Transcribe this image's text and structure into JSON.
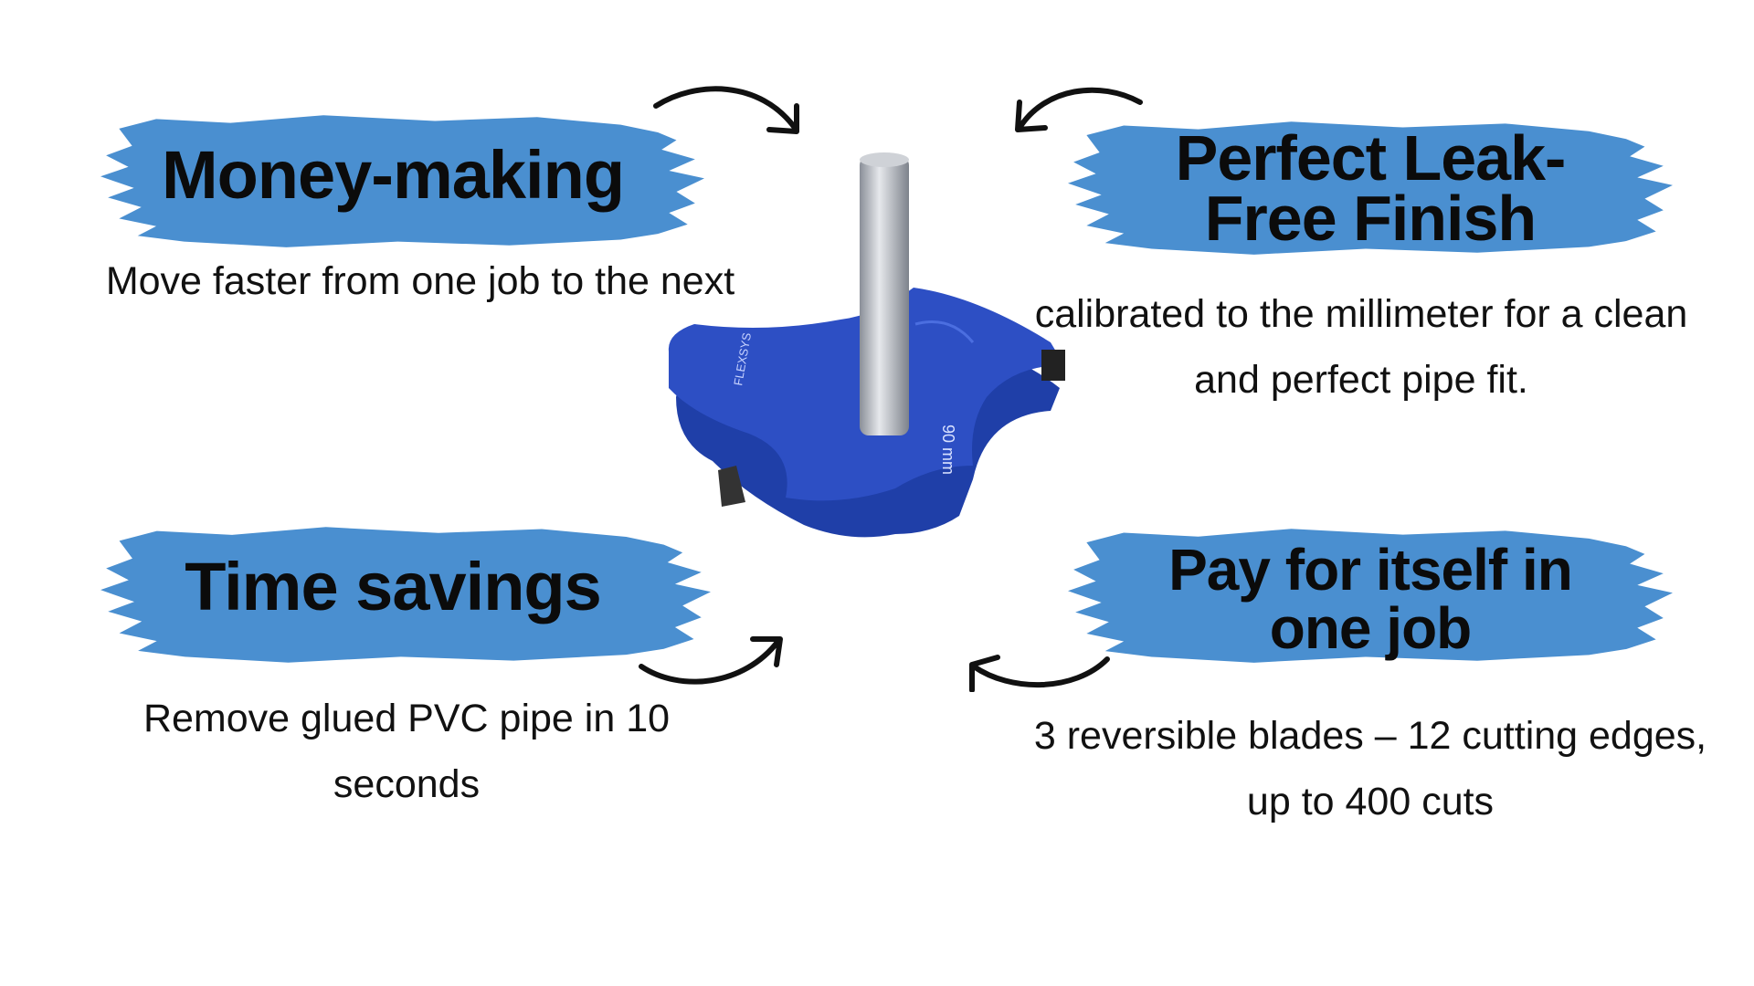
{
  "brush_color": "#4a8fd0",
  "product_color": "#2d4fc4",
  "features": [
    {
      "title": "Money-making",
      "description": "Move faster from one job to the next"
    },
    {
      "title_lines": [
        "Perfect Leak-",
        "Free Finish"
      ],
      "description": "calibrated to the millimeter for a clean and perfect pipe fit."
    },
    {
      "title": "Time savings",
      "description": "Remove glued PVC pipe in 10 seconds"
    },
    {
      "title_lines": [
        "Pay for itself in",
        "one job"
      ],
      "description": "3 reversible blades – 12 cutting edges, up to 400 cuts"
    }
  ],
  "product": {
    "size_label": "90 mm",
    "brand_label": "FLEXSYS"
  }
}
